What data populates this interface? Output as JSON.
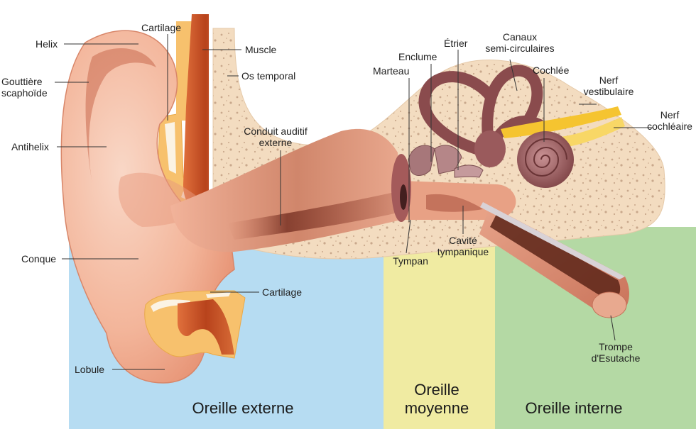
{
  "colors": {
    "outer_zone": "#b6dcf2",
    "middle_zone": "#f0eba2",
    "inner_zone": "#b4d9a4",
    "skin": "#f3b89e",
    "bone": "#f3dcc0",
    "cartilage": "#f7c16d",
    "muscle": "#c45022",
    "canal_dark": "#8b3a2c",
    "inner_ear": "#9a5a5c",
    "nerve": "#f5c430"
  },
  "zones": {
    "outer": "Oreille externe",
    "middle_line1": "Oreille",
    "middle_line2": "moyenne",
    "inner": "Oreille interne"
  },
  "labels": {
    "helix": "Helix",
    "gouttiere_line1": "Gouttière",
    "gouttiere_line2": "scaphoïde",
    "antihelix": "Antihelix",
    "conque": "Conque",
    "lobule": "Lobule",
    "cartilage_top": "Cartilage",
    "muscle": "Muscle",
    "os_temporal": "Os temporal",
    "conduit_line1": "Conduit auditif",
    "conduit_line2": "externe",
    "cartilage_bottom": "Cartilage",
    "marteau": "Marteau",
    "enclume": "Enclume",
    "etrier": "Étrier",
    "canaux_line1": "Canaux",
    "canaux_line2": "semi-circulaires",
    "cochlee": "Cochlée",
    "nerf_vest_line1": "Nerf",
    "nerf_vest_line2": "vestibulaire",
    "nerf_coch_line1": "Nerf",
    "nerf_coch_line2": "cochléaire",
    "tympan": "Tympan",
    "cavite_line1": "Cavité",
    "cavite_line2": "tympanique",
    "trompe_line1": "Trompe",
    "trompe_line2": "d'Esutache"
  }
}
